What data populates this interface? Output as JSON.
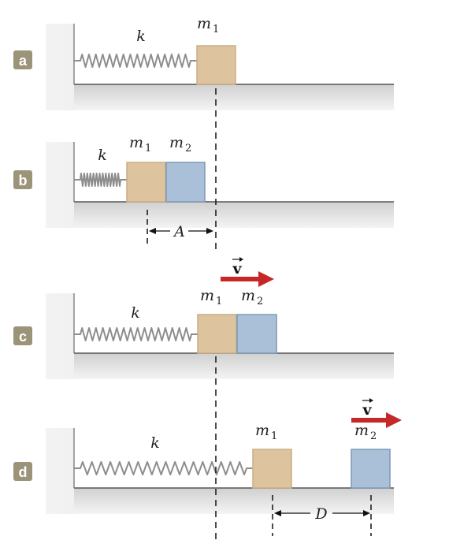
{
  "colors": {
    "wall": "#e8e8e8",
    "floor_shadow": "#c9c9c9",
    "spring": "#8d8d8d",
    "block_m1": "#ddc49f",
    "block_m1_edge": "#c9ad86",
    "block_m2": "#a9c0d8",
    "block_m2_edge": "#7e99b6",
    "badge": "#9b9479",
    "arrow": "#c62828",
    "dash": "#111111"
  },
  "panels": [
    {
      "badge": "a",
      "spring_label": "k",
      "m1_label": "m",
      "m1_sub": "1"
    },
    {
      "badge": "b",
      "spring_label": "k",
      "m1_label": "m",
      "m1_sub": "1",
      "m2_label": "m",
      "m2_sub": "2",
      "dim_label": "A"
    },
    {
      "badge": "c",
      "spring_label": "k",
      "m1_label": "m",
      "m1_sub": "1",
      "m2_label": "m",
      "m2_sub": "2",
      "velocity_label": "v"
    },
    {
      "badge": "d",
      "spring_label": "k",
      "m1_label": "m",
      "m1_sub": "1",
      "m2_label": "m",
      "m2_sub": "2",
      "velocity_label": "v",
      "dim_label": "D"
    }
  ]
}
